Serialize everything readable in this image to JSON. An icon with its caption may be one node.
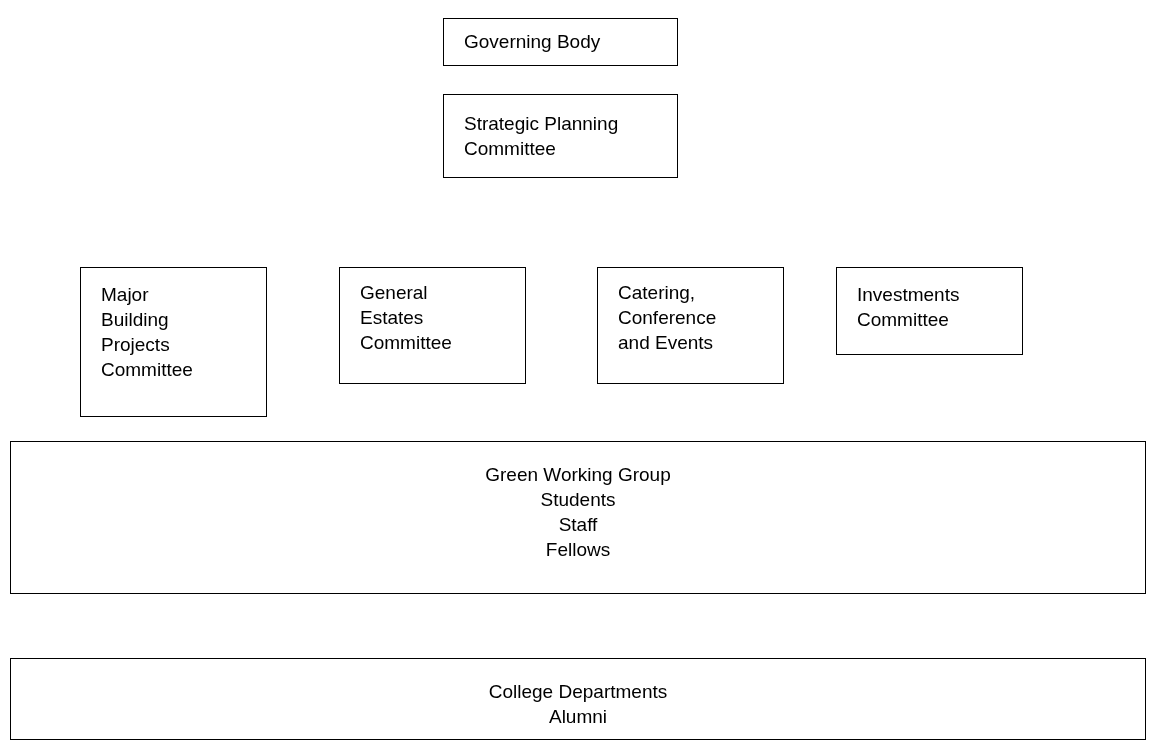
{
  "diagram": {
    "nodes": [
      {
        "text": [
          "Governing Body"
        ]
      },
      {
        "text": [
          "Strategic Planning Committee"
        ]
      },
      {
        "text": [
          "Major Building Projects Committee"
        ]
      },
      {
        "text": [
          "General Estates Committee"
        ]
      },
      {
        "text": [
          "Catering, Conference and Events"
        ]
      },
      {
        "text": [
          "Investments Committee"
        ]
      },
      {
        "text": [
          "Green Working Group",
          "Students",
          "Staff",
          "Fellows"
        ]
      },
      {
        "text": [
          "College Departments",
          "Alumni"
        ]
      }
    ]
  }
}
